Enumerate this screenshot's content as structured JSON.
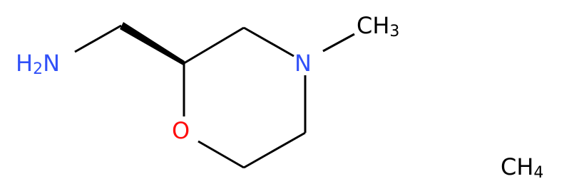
{
  "molecule": {
    "atoms": {
      "amine": {
        "label": "H",
        "subscript": "2",
        "tail": "N",
        "color": "#3050F8"
      },
      "oxygen": {
        "label": "O",
        "color": "#FF0D0D"
      },
      "nitrogen": {
        "label": "N",
        "color": "#3050F8"
      },
      "methyl": {
        "label": "CH",
        "subscript": "3",
        "color": "#000000"
      }
    },
    "separate_species": {
      "label": "CH",
      "subscript": "4",
      "color": "#000000"
    }
  }
}
